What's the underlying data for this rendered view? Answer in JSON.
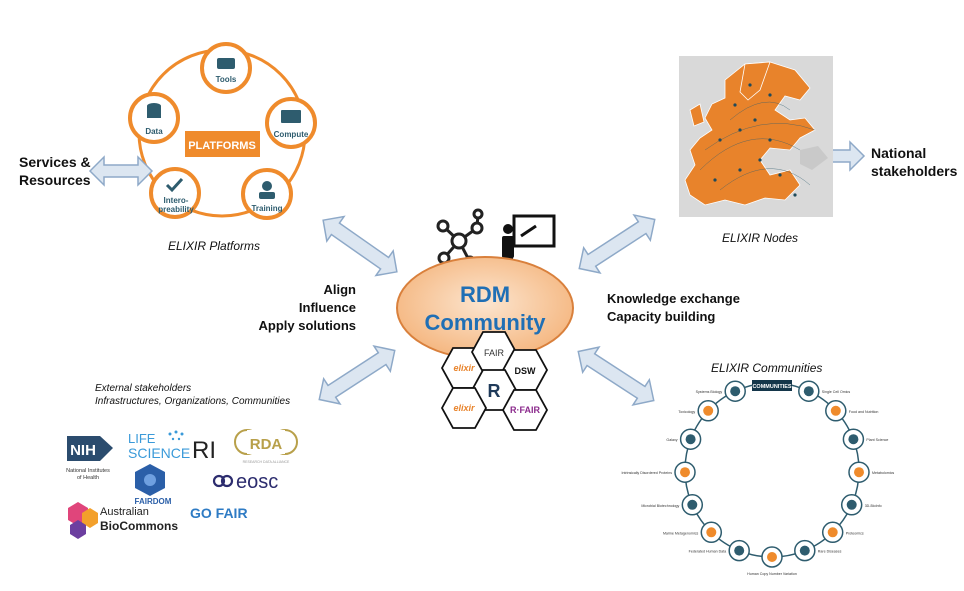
{
  "center": {
    "title_line1": "RDM",
    "title_line2": "Community",
    "hexes": [
      "elixir",
      "FAIR",
      "DSW",
      "R",
      "elixir",
      "R·FAIR"
    ]
  },
  "platforms": {
    "caption": "ELIXIR Platforms",
    "hub": "PLATFORMS",
    "nodes": [
      "Tools",
      "Compute",
      "Training",
      "Intero-",
      "preability",
      "Data"
    ]
  },
  "left_side": {
    "services_line1": "Services &",
    "services_line2": "Resources",
    "align": "Align",
    "influence": "Influence",
    "apply": "Apply solutions"
  },
  "nodes": {
    "caption": "ELIXIR Nodes",
    "national_line1": "National",
    "national_line2": "stakeholders"
  },
  "right_side": {
    "knowledge": "Knowledge exchange",
    "capacity": "Capacity building"
  },
  "communities": {
    "caption": "ELIXIR Communities",
    "header": "COMMUNITIES",
    "labels": [
      "Single Cell Omics",
      "Food and Nutrition",
      "Plant Science",
      "Metabolomics",
      "3D-BioInfo",
      "Proteomics",
      "Rare Diseases",
      "Human Copy Number Variation",
      "Federated Human Data",
      "Marine Metagenomics",
      "Microbial Biotechnology",
      "Intrinsically Disordered Proteins",
      "Galaxy",
      "Toxicology",
      "Systems Biology"
    ]
  },
  "external": {
    "line1": "External stakeholders",
    "line2": "Infrastructures, Organizations, Communities",
    "nih": "NIH",
    "nih_sub1": "National Institutes",
    "nih_sub2": "of Health",
    "life1": "LIFE",
    "life2": "SCIENCE",
    "ri": "RI",
    "rda": "RDA",
    "rda_sub": "RESEARCH DATA ALLIANCE",
    "fairdom": "FAIRDOM",
    "eosc": "eosc",
    "australian": "Australian",
    "biocommons": "BioCommons",
    "gofair": "GO FAIR"
  },
  "colors": {
    "orange": "#EF8B2C",
    "orange_fill": "#F7CDA5",
    "teal": "#2E5C6E",
    "arrow_fill": "#DCE6F1",
    "arrow_stroke": "#8EA9C8",
    "blue_text": "#1F6FB5"
  }
}
